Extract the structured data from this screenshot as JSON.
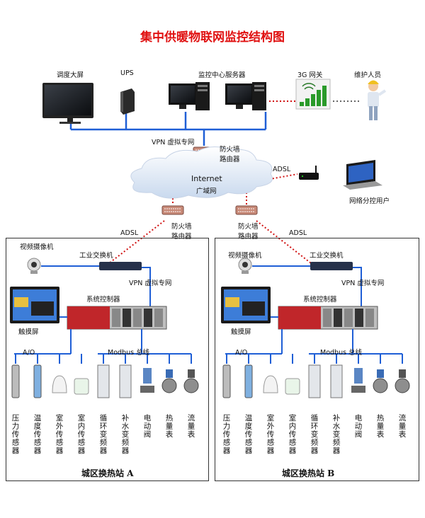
{
  "title": "集中供暖物联网监控结构图",
  "top": {
    "screen": "调度大屏",
    "ups": "UPS",
    "server": "监控中心服务器",
    "gateway": "3G 网关",
    "maintainer": "维护人员",
    "vpn": "VPN 虚拟专网",
    "firewall": "防火墙\n路由器",
    "internet": "Internet",
    "wan": "广域网",
    "adsl": "ADSL",
    "branch_user": "网络分控用户"
  },
  "colors": {
    "link": "#1f5fd6",
    "wireless": "#d01010",
    "title": "#e01010"
  },
  "stations": [
    {
      "name": "城区换热站 A",
      "adsl": "ADSL",
      "firewall": "防火墙\n路由器",
      "camera": "视频摄像机",
      "switch": "工业交换机",
      "vpn": "VPN 虚拟专网",
      "controller": "系统控制器",
      "touch": "触摸屏",
      "ao": "A/O",
      "modbus": "Modbus 总线",
      "devices": [
        "压力传感器",
        "温度传感器",
        "室外传感器",
        "室内传感器",
        "循环变频器",
        "补水变频器",
        "电动阀",
        "热量表",
        "流量表"
      ]
    },
    {
      "name": "城区换热站 B",
      "adsl": "ADSL",
      "firewall": "防火墙\n路由器",
      "camera": "视频摄像机",
      "switch": "工业交换机",
      "vpn": "VPN 虚拟专网",
      "controller": "系统控制器",
      "touch": "触摸屏",
      "ao": "A/O",
      "modbus": "Modbus 总线",
      "devices": [
        "压力传感器",
        "温度传感器",
        "室外传感器",
        "室内传感器",
        "循环变频器",
        "补水变频器",
        "电动阀",
        "热量表",
        "流量表"
      ]
    }
  ]
}
